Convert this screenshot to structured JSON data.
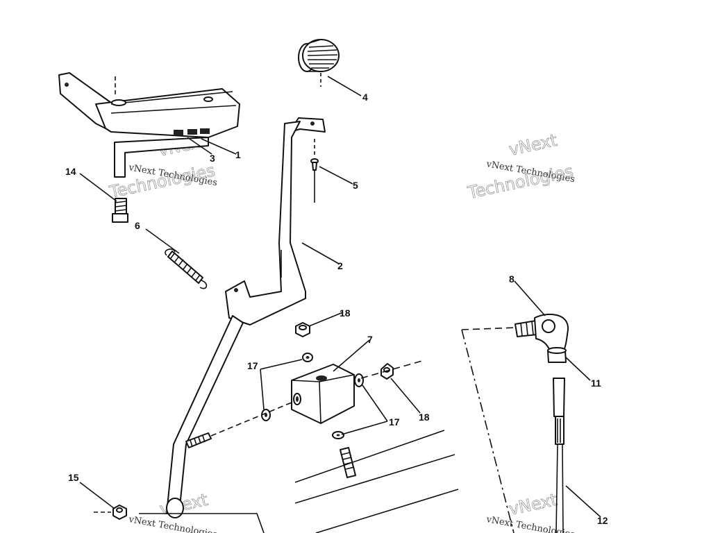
{
  "callouts": [
    {
      "id": "c1",
      "num": "1"
    },
    {
      "id": "c2",
      "num": "2"
    },
    {
      "id": "c3",
      "num": "3"
    },
    {
      "id": "c4",
      "num": "4"
    },
    {
      "id": "c5",
      "num": "5"
    },
    {
      "id": "c6",
      "num": "6"
    },
    {
      "id": "c7",
      "num": "7"
    },
    {
      "id": "c8",
      "num": "8"
    },
    {
      "id": "c11",
      "num": "11"
    },
    {
      "id": "c12",
      "num": "12"
    },
    {
      "id": "c14",
      "num": "14"
    },
    {
      "id": "c15",
      "num": "15"
    },
    {
      "id": "c17a",
      "num": "17"
    },
    {
      "id": "c17b",
      "num": "17"
    },
    {
      "id": "c18a",
      "num": "18"
    },
    {
      "id": "c18b",
      "num": "18"
    }
  ],
  "watermark": {
    "brand": "vNext",
    "line": "vNext Technologies",
    "big": "Technologies"
  }
}
